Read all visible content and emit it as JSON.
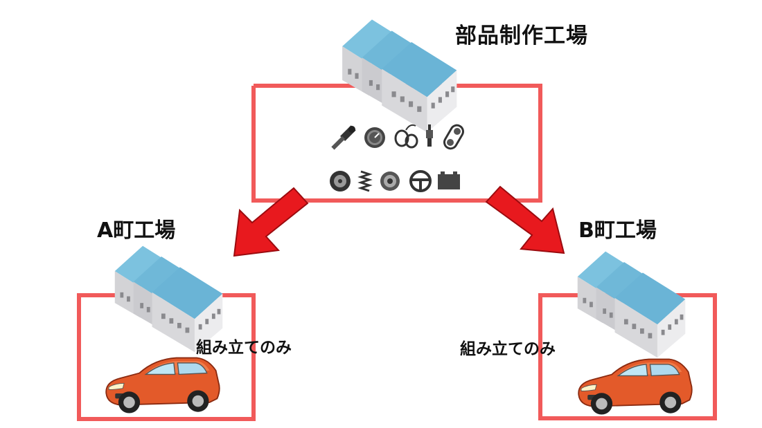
{
  "labels": {
    "parts_factory": "部品制作工場",
    "factory_a": "A町工場",
    "factory_b": "B町工場",
    "assembly_only_a": "組み立てのみ",
    "assembly_only_b": "組み立てのみ"
  },
  "colors": {
    "frame": "#f15a5a",
    "arrow": "#e8191e",
    "roof": "#6fb8d8",
    "wall": "#e9e9eb",
    "car_body": "#e35a2a",
    "parts_icon": "#333333"
  },
  "icons": {
    "parts_row1": [
      "shock-absorber-icon",
      "speedometer-icon",
      "headlight-icon",
      "spark-plug-icon",
      "timing-belt-icon"
    ],
    "parts_row2": [
      "tire-icon",
      "coil-spring-icon",
      "brake-disc-icon",
      "steering-wheel-icon",
      "battery-icon"
    ]
  }
}
